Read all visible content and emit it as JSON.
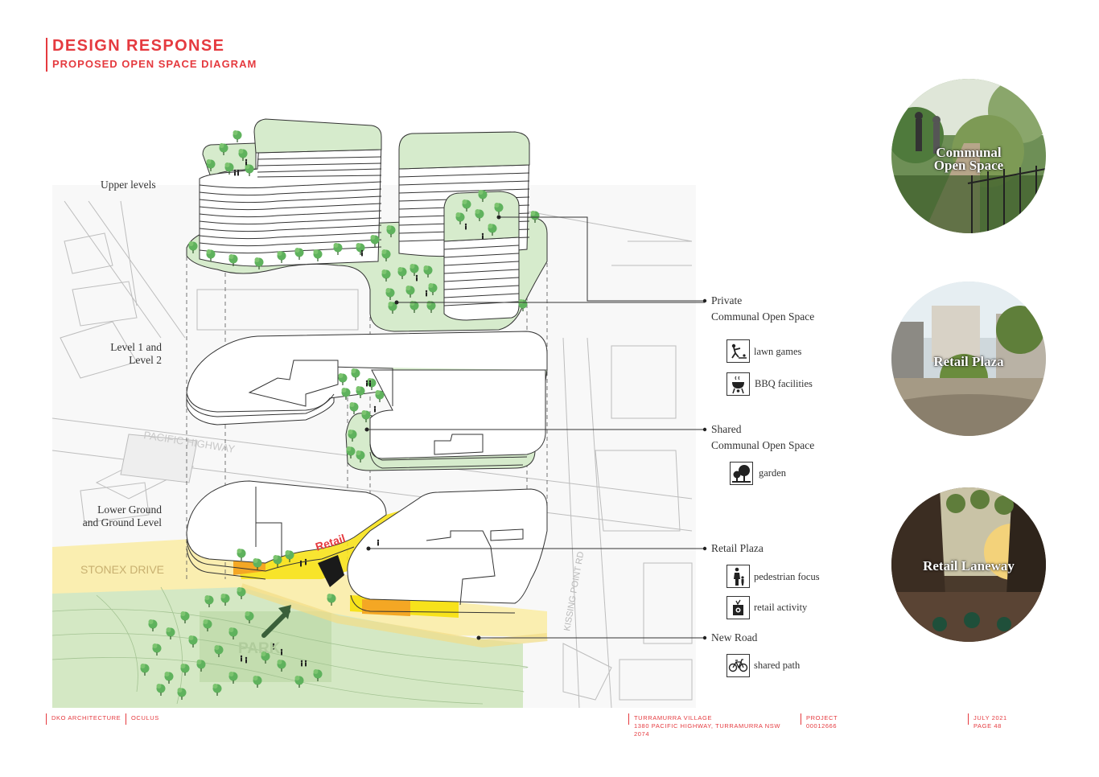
{
  "header": {
    "title": "DESIGN RESPONSE",
    "subtitle": "PROPOSED OPEN SPACE DIAGRAM"
  },
  "levels": {
    "upper": "Upper levels",
    "l1_line1": "Level 1 and",
    "l1_line2": "Level 2",
    "lg_line1": "Lower Ground",
    "lg_line2": "and Ground Level"
  },
  "map_labels": {
    "pacific_highway": "PACIFIC HIGHWAY",
    "stonex_drive": "STONEX DRIVE",
    "kissing_point": "KISSING POINT RD",
    "park": "PARK",
    "retail": "Retail"
  },
  "legend": {
    "private_line1": "Private",
    "private_line2": "Communal Open Space",
    "lawn_games": "lawn games",
    "bbq": "BBQ facilities",
    "shared_line1": "Shared",
    "shared_line2": "Communal Open Space",
    "garden": "garden",
    "retail_plaza": "Retail Plaza",
    "pedestrian": "pedestrian focus",
    "retail_activity": "retail activity",
    "new_road": "New Road",
    "shared_path": "shared path"
  },
  "circles": {
    "c1_line1": "Communal",
    "c1_line2": "Open Space",
    "c2": "Retail Plaza",
    "c3": "Retail Laneway"
  },
  "footer": {
    "firm": "DKO ARCHITECTURE",
    "partner": "OCULUS",
    "project_name": "TURRAMURRA VILLAGE",
    "address_line1": "1380 PACIFIC HIGHWAY, TURRAMURRA NSW",
    "address_line2": "2074",
    "project_label": "PROJECT",
    "project_number": "00012666",
    "date": "JULY 2021",
    "page": "PAGE 48"
  },
  "colors": {
    "accent": "#e53a3f",
    "green_roof": "#d6ebcc",
    "tree": "#5fb25d",
    "park": "#c9e1b8",
    "road_yellow": "#faeeb0",
    "retail_yellow": "#f7e21b",
    "retail_orange": "#f4a724"
  }
}
